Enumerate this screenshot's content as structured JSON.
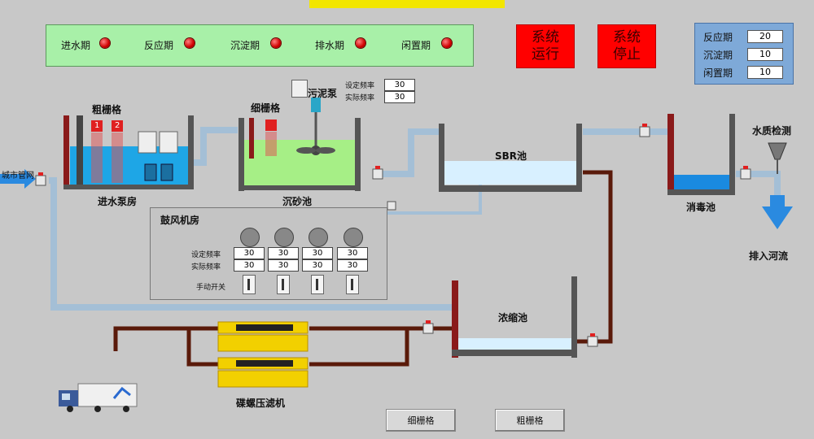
{
  "phases": [
    "进水期",
    "反应期",
    "沉淀期",
    "排水期",
    "闲置期"
  ],
  "system": {
    "run": [
      "系统",
      "运行"
    ],
    "stop": [
      "系统",
      "停止"
    ]
  },
  "timing": [
    {
      "label": "反应期",
      "value": "20"
    },
    {
      "label": "沉淀期",
      "value": "10"
    },
    {
      "label": "闲置期",
      "value": "10"
    }
  ],
  "sludge_pump": {
    "title": "污泥泵",
    "set_label": "设定频率",
    "actual_label": "实际频率",
    "set_value": "30",
    "actual_value": "30"
  },
  "labels": {
    "coarse_screen": "粗栅格",
    "fine_screen": "细栅格",
    "inlet_pump_room": "进水泵房",
    "grit_tank": "沉砂池",
    "sbr": "SBR池",
    "disinfection": "消毒池",
    "water_quality": "水质检测",
    "discharge": "排入河流",
    "blower_room": "鼓风机房",
    "thickener": "浓缩池",
    "press": "碟螺压滤机",
    "city_pipe": "城市管网",
    "screen_no_1": "1",
    "screen_no_2": "2"
  },
  "blowers": {
    "set_label": "设定频率",
    "actual_label": "实际频率",
    "manual_label": "手动开关",
    "set_values": [
      "30",
      "30",
      "30",
      "30"
    ],
    "actual_values": [
      "30",
      "30",
      "30",
      "30"
    ]
  },
  "buttons": {
    "fine": "细栅格",
    "coarse": "粗栅格"
  },
  "colors": {
    "water": "#1ea6e6",
    "grit_water": "#a6ef86",
    "sbr_water": "#d8f0ff",
    "pipe_gray": "#a4bfd6",
    "sludge_pipe": "#5a1a0a",
    "alarm_red": "#ff0000",
    "panel_green": "#a8f0a8",
    "panel_blue": "#7ea9d8"
  }
}
